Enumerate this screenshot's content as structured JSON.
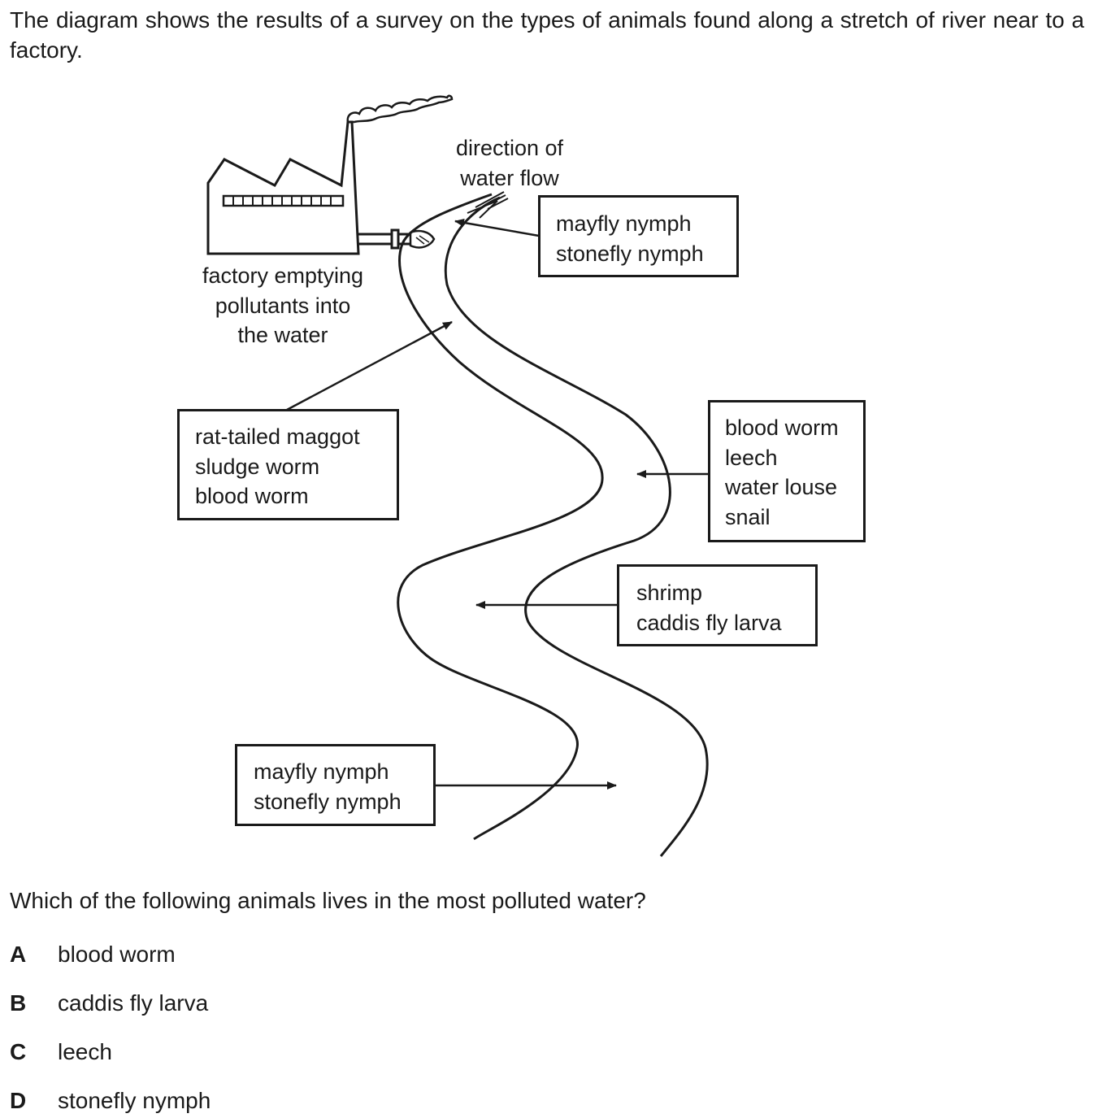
{
  "intro_text": "The diagram shows the results of a survey on the types of animals found along a stretch of river near to a factory.",
  "diagram": {
    "factory_label": [
      "factory emptying",
      "pollutants into",
      "the water"
    ],
    "flow_label": [
      "direction of",
      "water flow"
    ],
    "boxes": {
      "upstream": [
        "mayfly nymph",
        "stonefly nymph"
      ],
      "outflow": [
        "rat-tailed maggot",
        "sludge worm",
        "blood worm"
      ],
      "middle": [
        "blood worm",
        "leech",
        "water louse",
        "snail"
      ],
      "lower": [
        "shrimp",
        "caddis fly larva"
      ],
      "downstream": [
        "mayfly nymph",
        "stonefly nymph"
      ]
    }
  },
  "question": "Which of the following animals lives in the most polluted water?",
  "options": [
    {
      "letter": "A",
      "text": "blood worm"
    },
    {
      "letter": "B",
      "text": "caddis fly larva"
    },
    {
      "letter": "C",
      "text": "leech"
    },
    {
      "letter": "D",
      "text": "stonefly nymph"
    }
  ]
}
